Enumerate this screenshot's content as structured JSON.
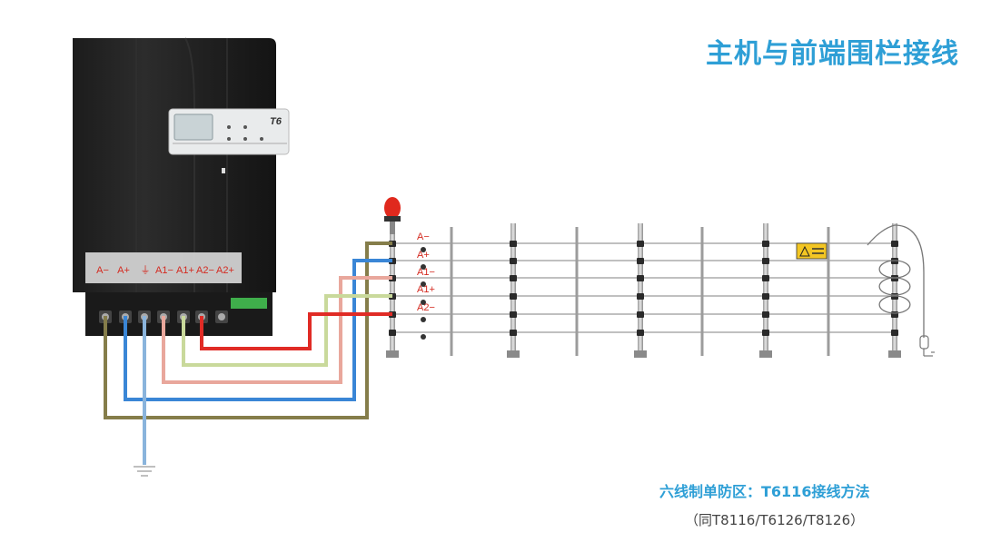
{
  "title": "主机与前端围栏接线",
  "terminal_labels": [
    "A−",
    "A+",
    "⏚",
    "A1−",
    "A1+",
    "A2−",
    "A2+"
  ],
  "lcd_brand": "T6",
  "fence_labels": [
    "A−",
    "A+",
    "A1−",
    "A1+",
    "A2−"
  ],
  "caption_main": "六线制单防区：T6116接线方法",
  "caption_sub": "（同T8116/T6126/T8126）",
  "colors": {
    "title": "#2e9fd6",
    "wire_brown": "#857d4a",
    "wire_blue": "#3a86d6",
    "wire_pink": "#e9a79c",
    "wire_green": "#c9d99b",
    "wire_red": "#e02b25",
    "ground_wire": "#8ab4dc"
  }
}
